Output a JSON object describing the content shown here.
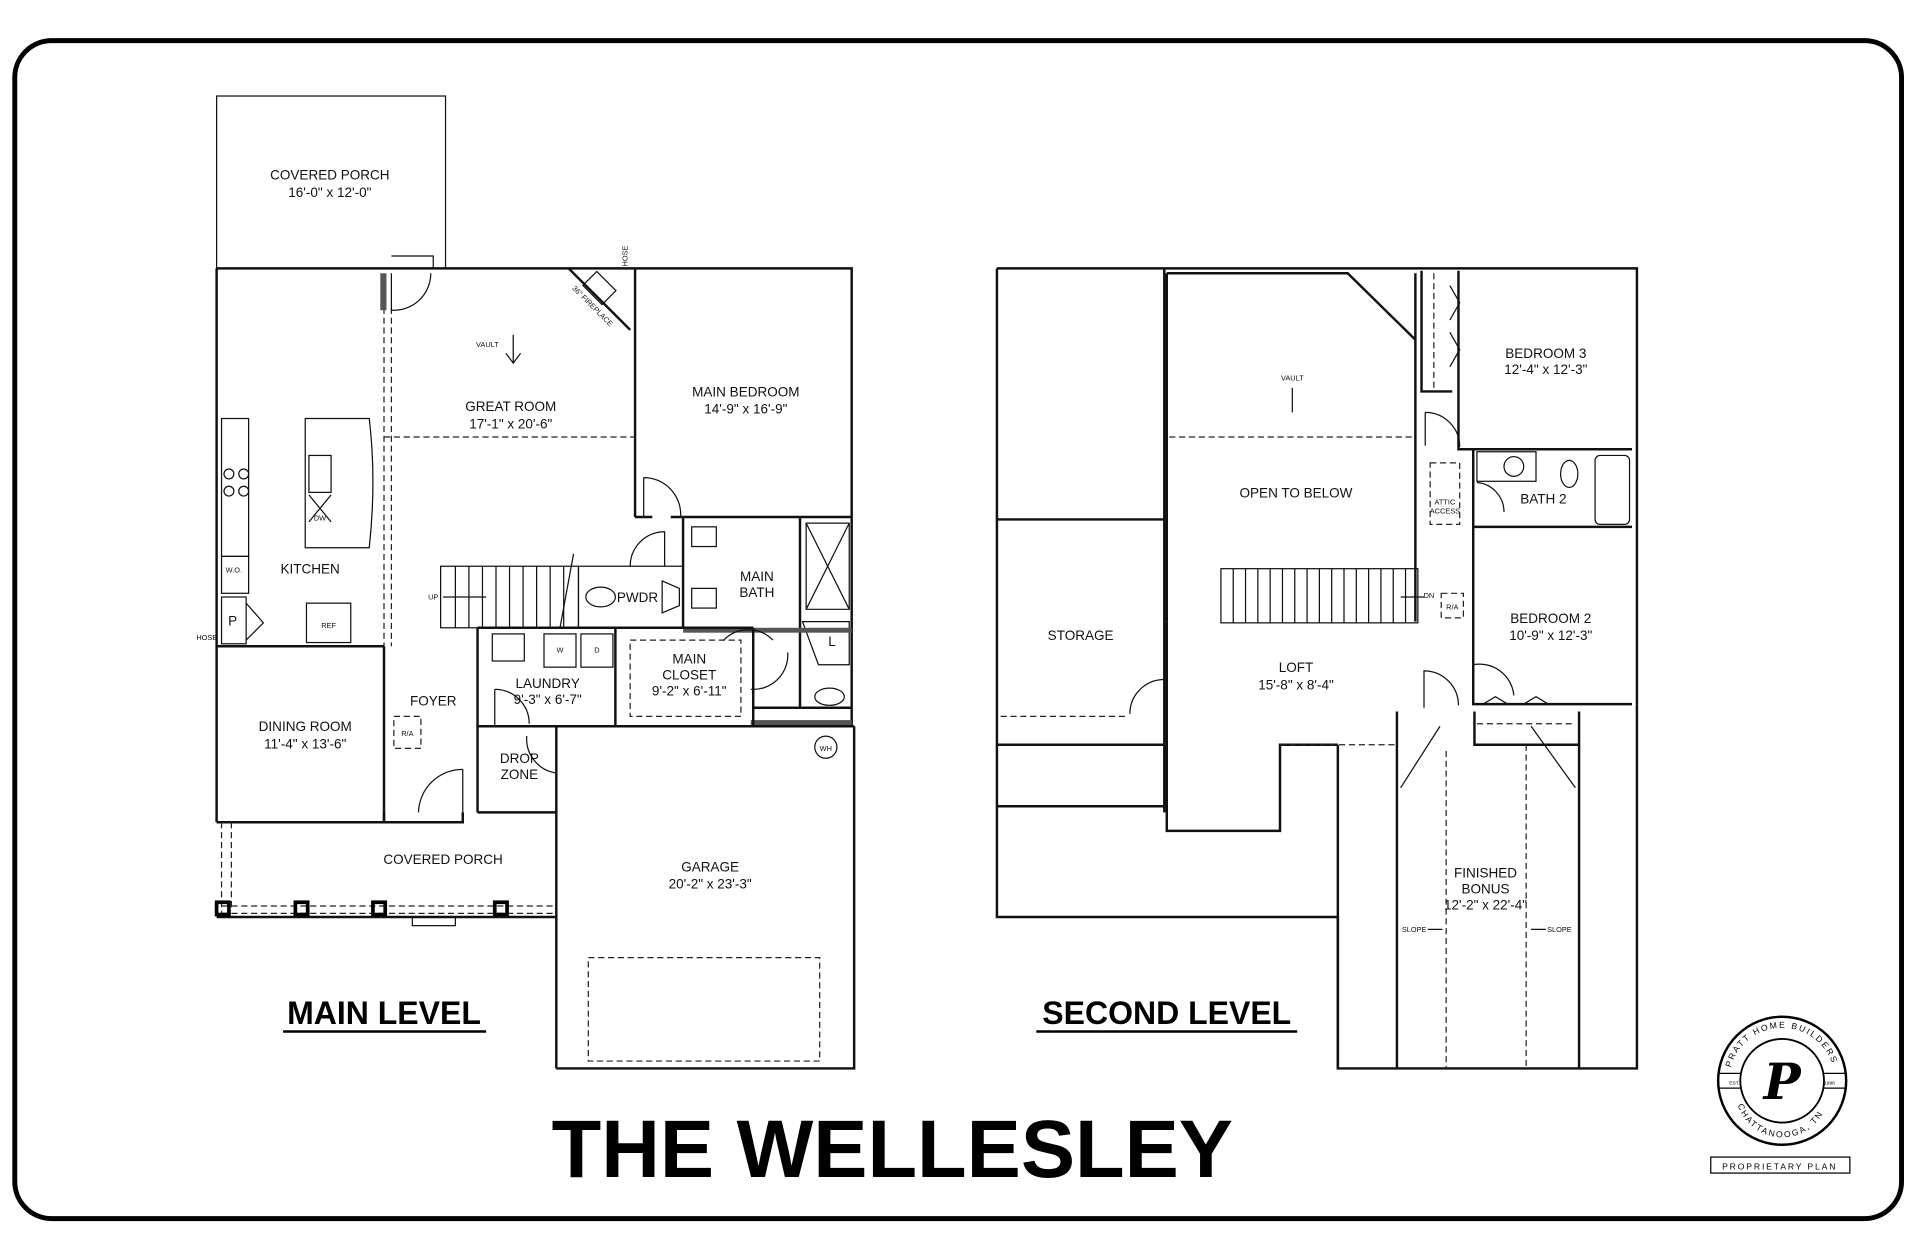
{
  "title": "THE WELLESLEY",
  "main_level": {
    "heading": "MAIN LEVEL",
    "rooms": {
      "covered_porch_rear": {
        "name": "COVERED PORCH",
        "size": "16'-0\" x 12'-0\""
      },
      "great_room": {
        "name": "GREAT ROOM",
        "size": "17'-1\" x 20'-6\""
      },
      "main_bedroom": {
        "name": "MAIN BEDROOM",
        "size": "14'-9\" x 16'-9\""
      },
      "kitchen": {
        "name": "KITCHEN"
      },
      "main_bath": {
        "name1": "MAIN",
        "name2": "BATH"
      },
      "powder": {
        "name": "PWDR"
      },
      "laundry": {
        "name": "LAUNDRY",
        "size": "9'-3\" x 6'-7\""
      },
      "main_closet": {
        "name1": "MAIN",
        "name2": "CLOSET",
        "size": "9'-2\" x 6'-11\""
      },
      "foyer": {
        "name": "FOYER"
      },
      "dining_room": {
        "name": "DINING ROOM",
        "size": "11'-4\" x 13'-6\""
      },
      "drop_zone": {
        "name1": "DROP",
        "name2": "ZONE"
      },
      "covered_porch_front": {
        "name": "COVERED PORCH"
      },
      "garage": {
        "name": "GARAGE",
        "size": "20'-2\" x 23'-3\""
      }
    },
    "notes": {
      "vault": "VAULT",
      "fireplace": "36\" FIREPLACE",
      "hose": "HOSE",
      "wo": "W.O.",
      "pantry": "P",
      "ref": "REF",
      "dw": "DW",
      "up": "UP",
      "ra": "R/A",
      "washer": "W",
      "dryer": "D",
      "wh": "WH",
      "linen": "L"
    }
  },
  "second_level": {
    "heading": "SECOND LEVEL",
    "rooms": {
      "open_to_below": {
        "name": "OPEN TO BELOW"
      },
      "bedroom3": {
        "name": "BEDROOM 3",
        "size": "12'-4\" x 12'-3\""
      },
      "bath2": {
        "name": "BATH 2"
      },
      "bedroom2": {
        "name": "BEDROOM 2",
        "size": "10'-9\" x 12'-3\""
      },
      "storage": {
        "name": "STORAGE"
      },
      "loft": {
        "name": "LOFT",
        "size": "15'-8\" x 8'-4\""
      },
      "finished_bonus": {
        "name1": "FINISHED",
        "name2": "BONUS",
        "size": "12'-2\" x 22'-4\""
      }
    },
    "notes": {
      "vault": "VAULT",
      "attic1": "ATTIC",
      "attic2": "ACCESS",
      "dn": "DN",
      "ra": "R/A",
      "slope": "SLOPE"
    }
  },
  "logo": {
    "letter": "P",
    "ring_text": "PRATT HOME BUILDERS",
    "est": "EST.",
    "year": "1998",
    "city": "CHATTANOOGA, TN",
    "badge": "PROPRIETARY PLAN"
  }
}
